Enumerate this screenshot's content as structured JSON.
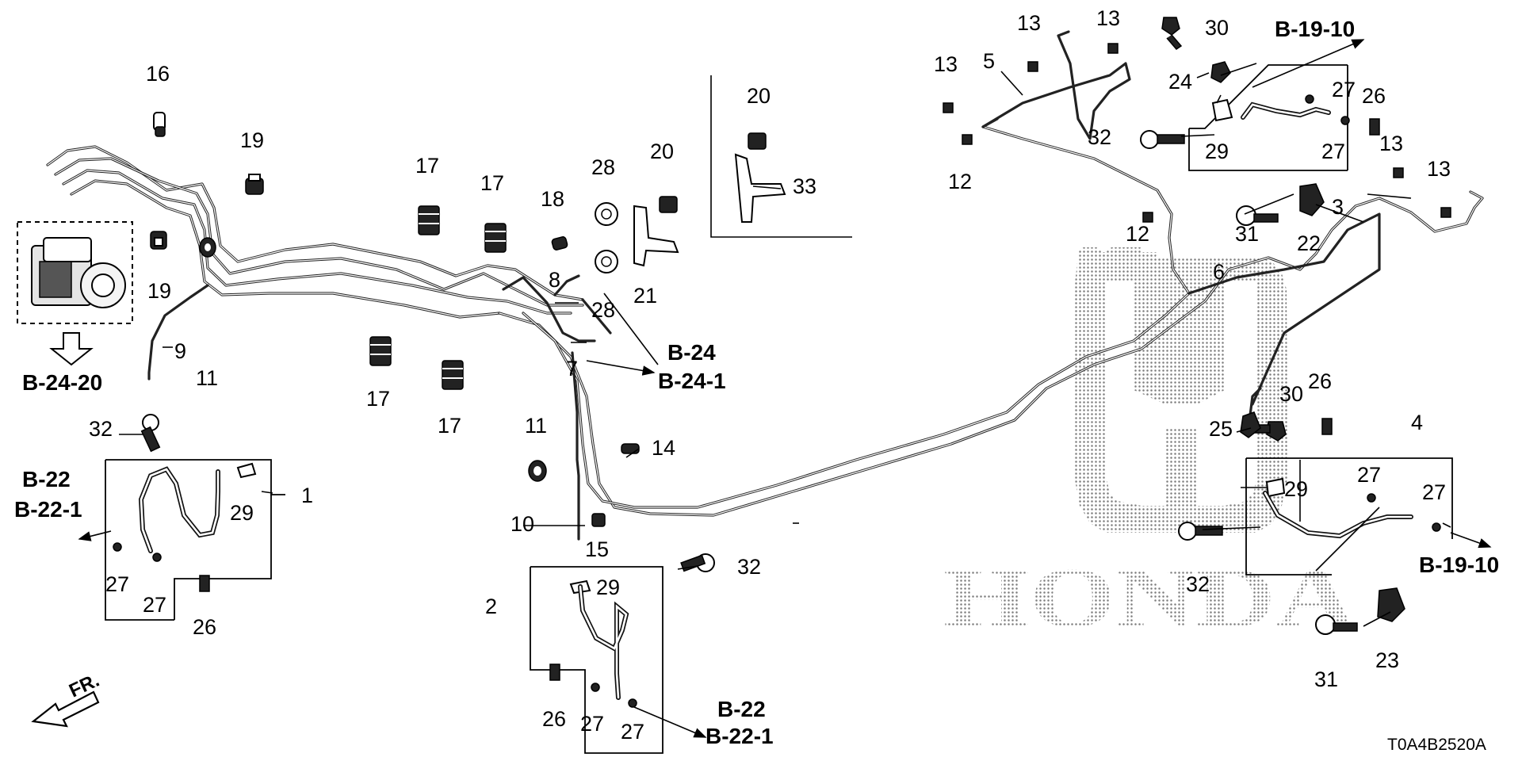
{
  "part_labels": [
    "1",
    "2",
    "3",
    "4",
    "5",
    "6",
    "7",
    "8",
    "9",
    "10",
    "11",
    "11",
    "12",
    "12",
    "13",
    "13",
    "13",
    "13",
    "13",
    "14",
    "15",
    "16",
    "17",
    "17",
    "17",
    "17",
    "18",
    "19",
    "19",
    "20",
    "20",
    "21",
    "22",
    "23",
    "24",
    "25",
    "26",
    "26",
    "26",
    "26",
    "27",
    "27",
    "27",
    "27",
    "27",
    "27",
    "27",
    "27",
    "28",
    "28",
    "29",
    "29",
    "29",
    "29",
    "30",
    "30",
    "31",
    "31",
    "32",
    "32",
    "32",
    "32",
    "33"
  ],
  "references": [
    "B-24-20",
    "B-22",
    "B-22-1",
    "B-24",
    "B-24-1",
    "B-22",
    "B-22-1",
    "B-19-10",
    "B-19-10"
  ],
  "watermark": "HONDA",
  "drawing_code": "T0A4B2520A",
  "direction_label": "FR."
}
